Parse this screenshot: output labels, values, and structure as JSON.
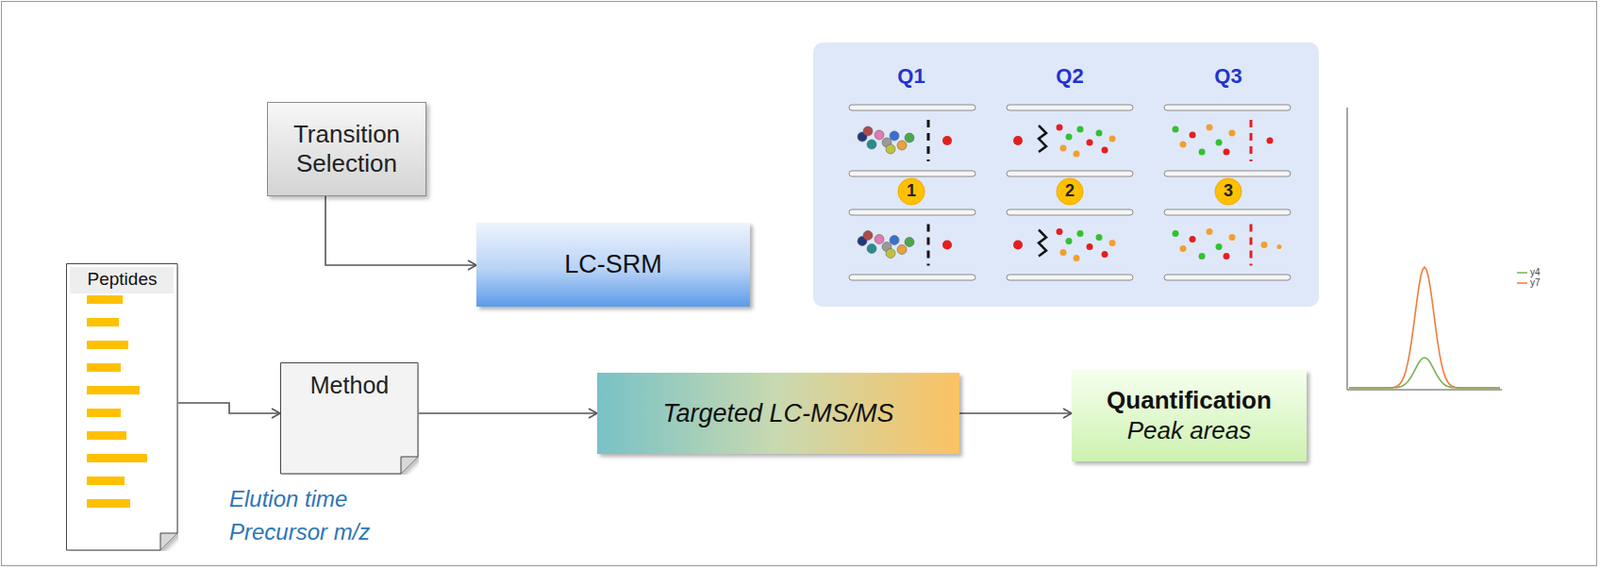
{
  "diagram": {
    "nodes": [
      {
        "text": [
          "Transition Selection"
        ]
      },
      {
        "text": [
          "LC-SRM"
        ]
      },
      {
        "text": [
          "Peptides"
        ]
      },
      {
        "text": [
          "Method"
        ]
      },
      {
        "text": [
          "Targeted LC-MS/MS"
        ]
      },
      {
        "text": [
          "Quantification",
          "Peak areas"
        ]
      }
    ],
    "edges": [
      {
        "from": 0,
        "to": 1,
        "arrow": "to"
      },
      {
        "from": 2,
        "to": 3,
        "arrow": "to"
      },
      {
        "from": 3,
        "to": 4,
        "arrow": "to"
      },
      {
        "from": 4,
        "to": 5,
        "arrow": "to"
      }
    ],
    "labels": [
      "Q1",
      "Q2",
      "Q3",
      "1",
      "2",
      "3",
      "Elution time",
      "Precursor m/z"
    ],
    "legend": [
      {
        "text": "y4"
      },
      {
        "text": "y7"
      }
    ]
  }
}
